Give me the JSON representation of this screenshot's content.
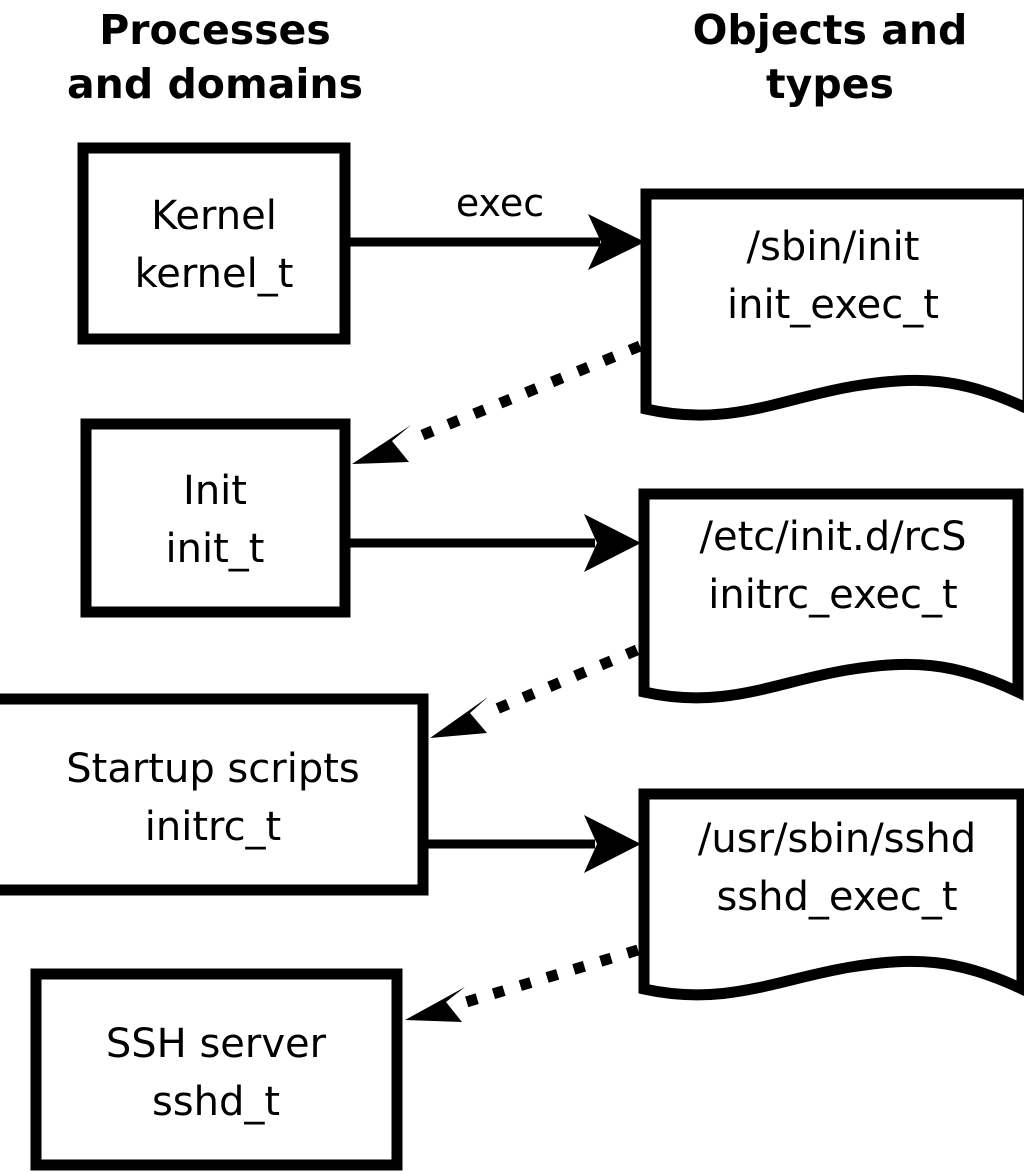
{
  "diagram": {
    "columns": [
      {
        "id": "left",
        "title_line1": "Processes",
        "title_line2": "and domains"
      },
      {
        "id": "right",
        "title_line1": "Objects and",
        "title_line2": "types"
      }
    ],
    "process_nodes": [
      {
        "id": "kernel",
        "line1": "Kernel",
        "line2": "kernel_t"
      },
      {
        "id": "init",
        "line1": "Init",
        "line2": "init_t"
      },
      {
        "id": "initrc",
        "line1": "Startup scripts",
        "line2": "initrc_t"
      },
      {
        "id": "sshd",
        "line1": "SSH server",
        "line2": "sshd_t"
      }
    ],
    "object_nodes": [
      {
        "id": "init_exec",
        "line1": "/sbin/init",
        "line2": "init_exec_t"
      },
      {
        "id": "initrc_exec",
        "line1": "/etc/init.d/rcS",
        "line2": "initrc_exec_t"
      },
      {
        "id": "sshd_exec",
        "line1": "/usr/sbin/sshd",
        "line2": "sshd_exec_t"
      }
    ],
    "edges": [
      {
        "id": "kernel-exec-init_exec",
        "from": "kernel",
        "to": "init_exec",
        "style": "solid",
        "label": "exec"
      },
      {
        "id": "init_exec-transition-init",
        "from": "init_exec",
        "to": "init",
        "style": "dotted",
        "label": ""
      },
      {
        "id": "init-exec-initrc_exec",
        "from": "init",
        "to": "initrc_exec",
        "style": "solid",
        "label": ""
      },
      {
        "id": "initrc_exec-transition-initrc",
        "from": "initrc_exec",
        "to": "initrc",
        "style": "dotted",
        "label": ""
      },
      {
        "id": "initrc-exec-sshd_exec",
        "from": "initrc",
        "to": "sshd_exec",
        "style": "solid",
        "label": ""
      },
      {
        "id": "sshd_exec-transition-sshd",
        "from": "sshd_exec",
        "to": "sshd",
        "style": "dotted",
        "label": ""
      }
    ],
    "colors": {
      "background": "#ffffff",
      "stroke": "#000000",
      "text": "#000000"
    }
  }
}
